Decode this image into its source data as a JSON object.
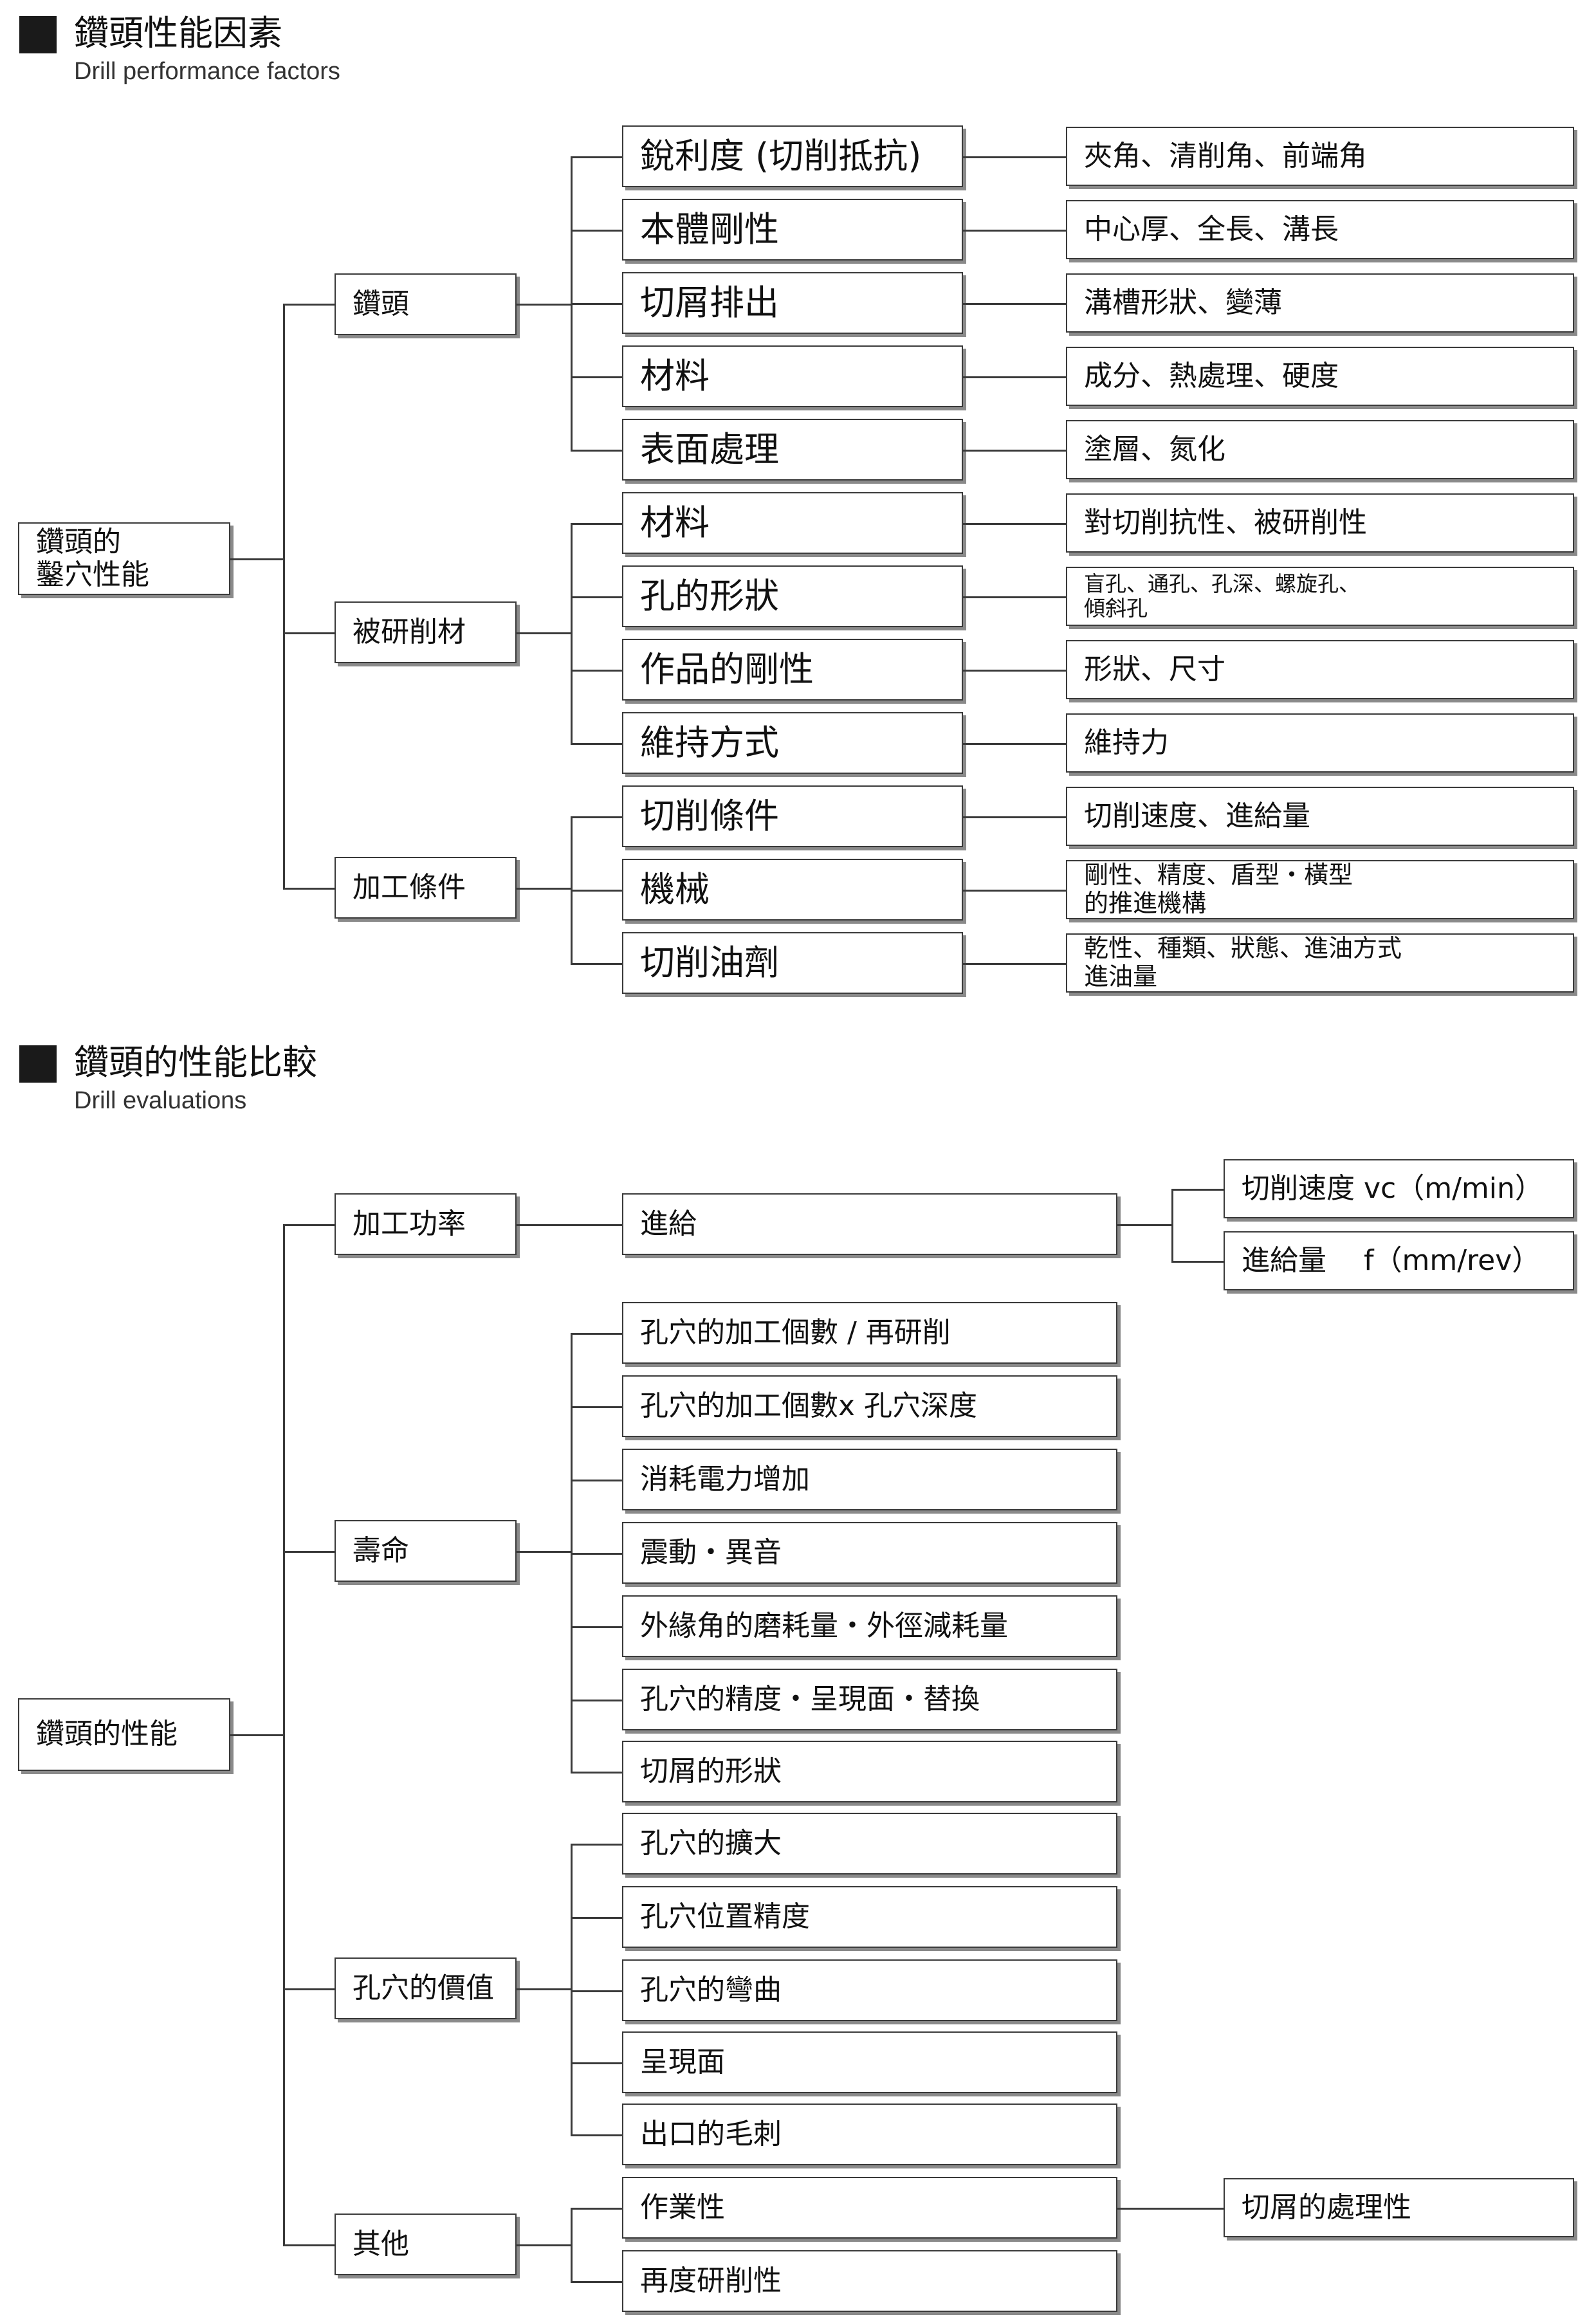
{
  "section1": {
    "title": "鑽頭性能因素",
    "subtitle": "Drill performance factors",
    "root": "鑽頭的\n鑿穴性能",
    "groups": [
      {
        "label": "鑽頭",
        "factors": [
          {
            "name": "銳利度 (切削抵抗)",
            "detail": "夾角、清削角、前端角"
          },
          {
            "name": "本體剛性",
            "detail": "中心厚、全長、溝長"
          },
          {
            "name": "切屑排出",
            "detail": "溝槽形狀、變薄"
          },
          {
            "name": "材料",
            "detail": "成分、熱處理、硬度"
          },
          {
            "name": "表面處理",
            "detail": "塗層、氮化"
          }
        ]
      },
      {
        "label": "被研削材",
        "factors": [
          {
            "name": "材料",
            "detail": "對切削抗性、被研削性"
          },
          {
            "name": "孔的形狀",
            "detail": "盲孔、通孔、孔深、螺旋孔、\n傾斜孔"
          },
          {
            "name": "作品的剛性",
            "detail": "形狀、尺寸"
          },
          {
            "name": "維持方式",
            "detail": "維持力"
          }
        ]
      },
      {
        "label": "加工條件",
        "factors": [
          {
            "name": "切削條件",
            "detail": "切削速度、進給量"
          },
          {
            "name": "機械",
            "detail": "剛性、精度、盾型・橫型\n的推進機構"
          },
          {
            "name": "切削油劑",
            "detail": "乾性、種類、狀態、進油方式\n進油量"
          }
        ]
      }
    ]
  },
  "section2": {
    "title": "鑽頭的性能比較",
    "subtitle": "Drill evaluations",
    "root": "鑽頭的性能",
    "groups": [
      {
        "label": "加工功率",
        "items": [
          "進給"
        ],
        "extras": [
          "切削速度 vc（m/min）",
          "進給量　 f（mm/rev）"
        ]
      },
      {
        "label": "壽命",
        "items": [
          "孔穴的加工個數 / 再研削",
          "孔穴的加工個數x 孔穴深度",
          "消耗電力增加",
          "震動・異音",
          "外緣角的磨耗量・外徑減耗量",
          "孔穴的精度・呈現面・替換",
          "切屑的形狀"
        ]
      },
      {
        "label": "孔穴的價值",
        "items": [
          "孔穴的擴大",
          "孔穴位置精度",
          "孔穴的彎曲",
          "呈現面",
          "出口的毛刺"
        ]
      },
      {
        "label": "其他",
        "items": [
          "作業性",
          "再度研削性"
        ],
        "extras": [
          "切屑的處理性"
        ]
      }
    ]
  }
}
